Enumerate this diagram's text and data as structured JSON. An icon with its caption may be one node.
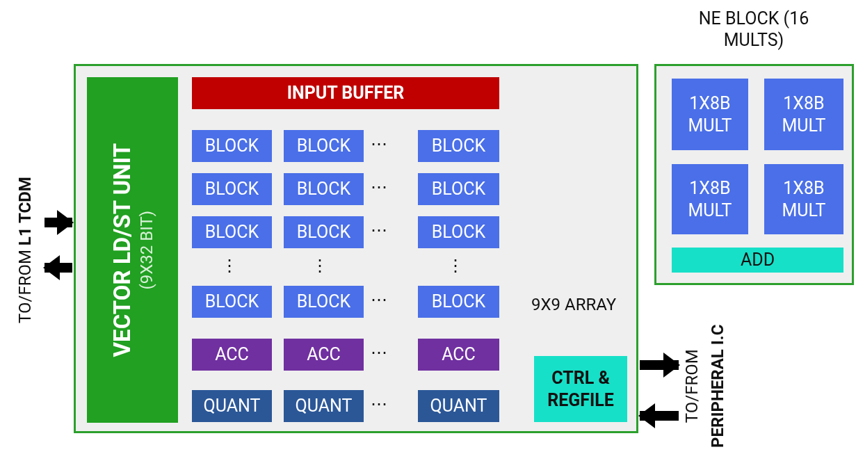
{
  "diagram": {
    "nodes": [
      {
        "text": [],
        "shape": "box"
      },
      {
        "text": [
          "VECTOR LD/ST UNIT",
          "(9X32 BIT)"
        ],
        "in": 0
      },
      {
        "text": [
          "INPUT BUFFER"
        ],
        "in": 0
      },
      {
        "text": [
          "BLOCK"
        ],
        "in": 0
      },
      {
        "text": [
          "BLOCK"
        ],
        "in": 0
      },
      {
        "text": [
          "BLOCK"
        ],
        "in": 0
      },
      {
        "text": [
          "BLOCK"
        ],
        "in": 0
      },
      {
        "text": [
          "BLOCK"
        ],
        "in": 0
      },
      {
        "text": [
          "BLOCK"
        ],
        "in": 0
      },
      {
        "text": [
          "BLOCK"
        ],
        "in": 0
      },
      {
        "text": [
          "BLOCK"
        ],
        "in": 0
      },
      {
        "text": [
          "BLOCK"
        ],
        "in": 0
      },
      {
        "text": [
          "BLOCK"
        ],
        "in": 0
      },
      {
        "text": [
          "BLOCK"
        ],
        "in": 0
      },
      {
        "text": [
          "BLOCK"
        ],
        "in": 0
      },
      {
        "text": [
          "ACC"
        ],
        "in": 0
      },
      {
        "text": [
          "ACC"
        ],
        "in": 0
      },
      {
        "text": [
          "ACC"
        ],
        "in": 0
      },
      {
        "text": [
          "QUANT"
        ],
        "in": 0
      },
      {
        "text": [
          "QUANT"
        ],
        "in": 0
      },
      {
        "text": [
          "QUANT"
        ],
        "in": 0
      },
      {
        "text": [
          "CTRL & REGFILE"
        ],
        "in": 0
      },
      {
        "text": [
          "NE BLOCK (16 MULTS)"
        ]
      },
      {
        "text": [
          "1X8B MULT"
        ],
        "in": 22
      },
      {
        "text": [
          "1X8B MULT"
        ],
        "in": 22
      },
      {
        "text": [
          "1X8B MULT"
        ],
        "in": 22
      },
      {
        "text": [
          "1X8B MULT"
        ],
        "in": 22
      },
      {
        "text": [
          "ADD"
        ],
        "in": 22
      },
      {
        "text": [
          "TO/FROM **L1 TCDM**"
        ]
      },
      {
        "text": [
          "TO/FROM **PERIPHERAL I.C**"
        ]
      }
    ],
    "edges": [
      {
        "from": 28,
        "to": 0,
        "arrow": "to"
      },
      {
        "from": 0,
        "to": 28,
        "arrow": "to"
      },
      {
        "from": 0,
        "to": 29,
        "arrow": "to"
      },
      {
        "from": 29,
        "to": 0,
        "arrow": "to"
      }
    ],
    "labels": [
      "⋯",
      "⋯",
      "⋯",
      "⋮",
      "⋮",
      "⋮",
      "⋯",
      "⋯",
      "⋯",
      "9X9 ARRAY"
    ]
  }
}
